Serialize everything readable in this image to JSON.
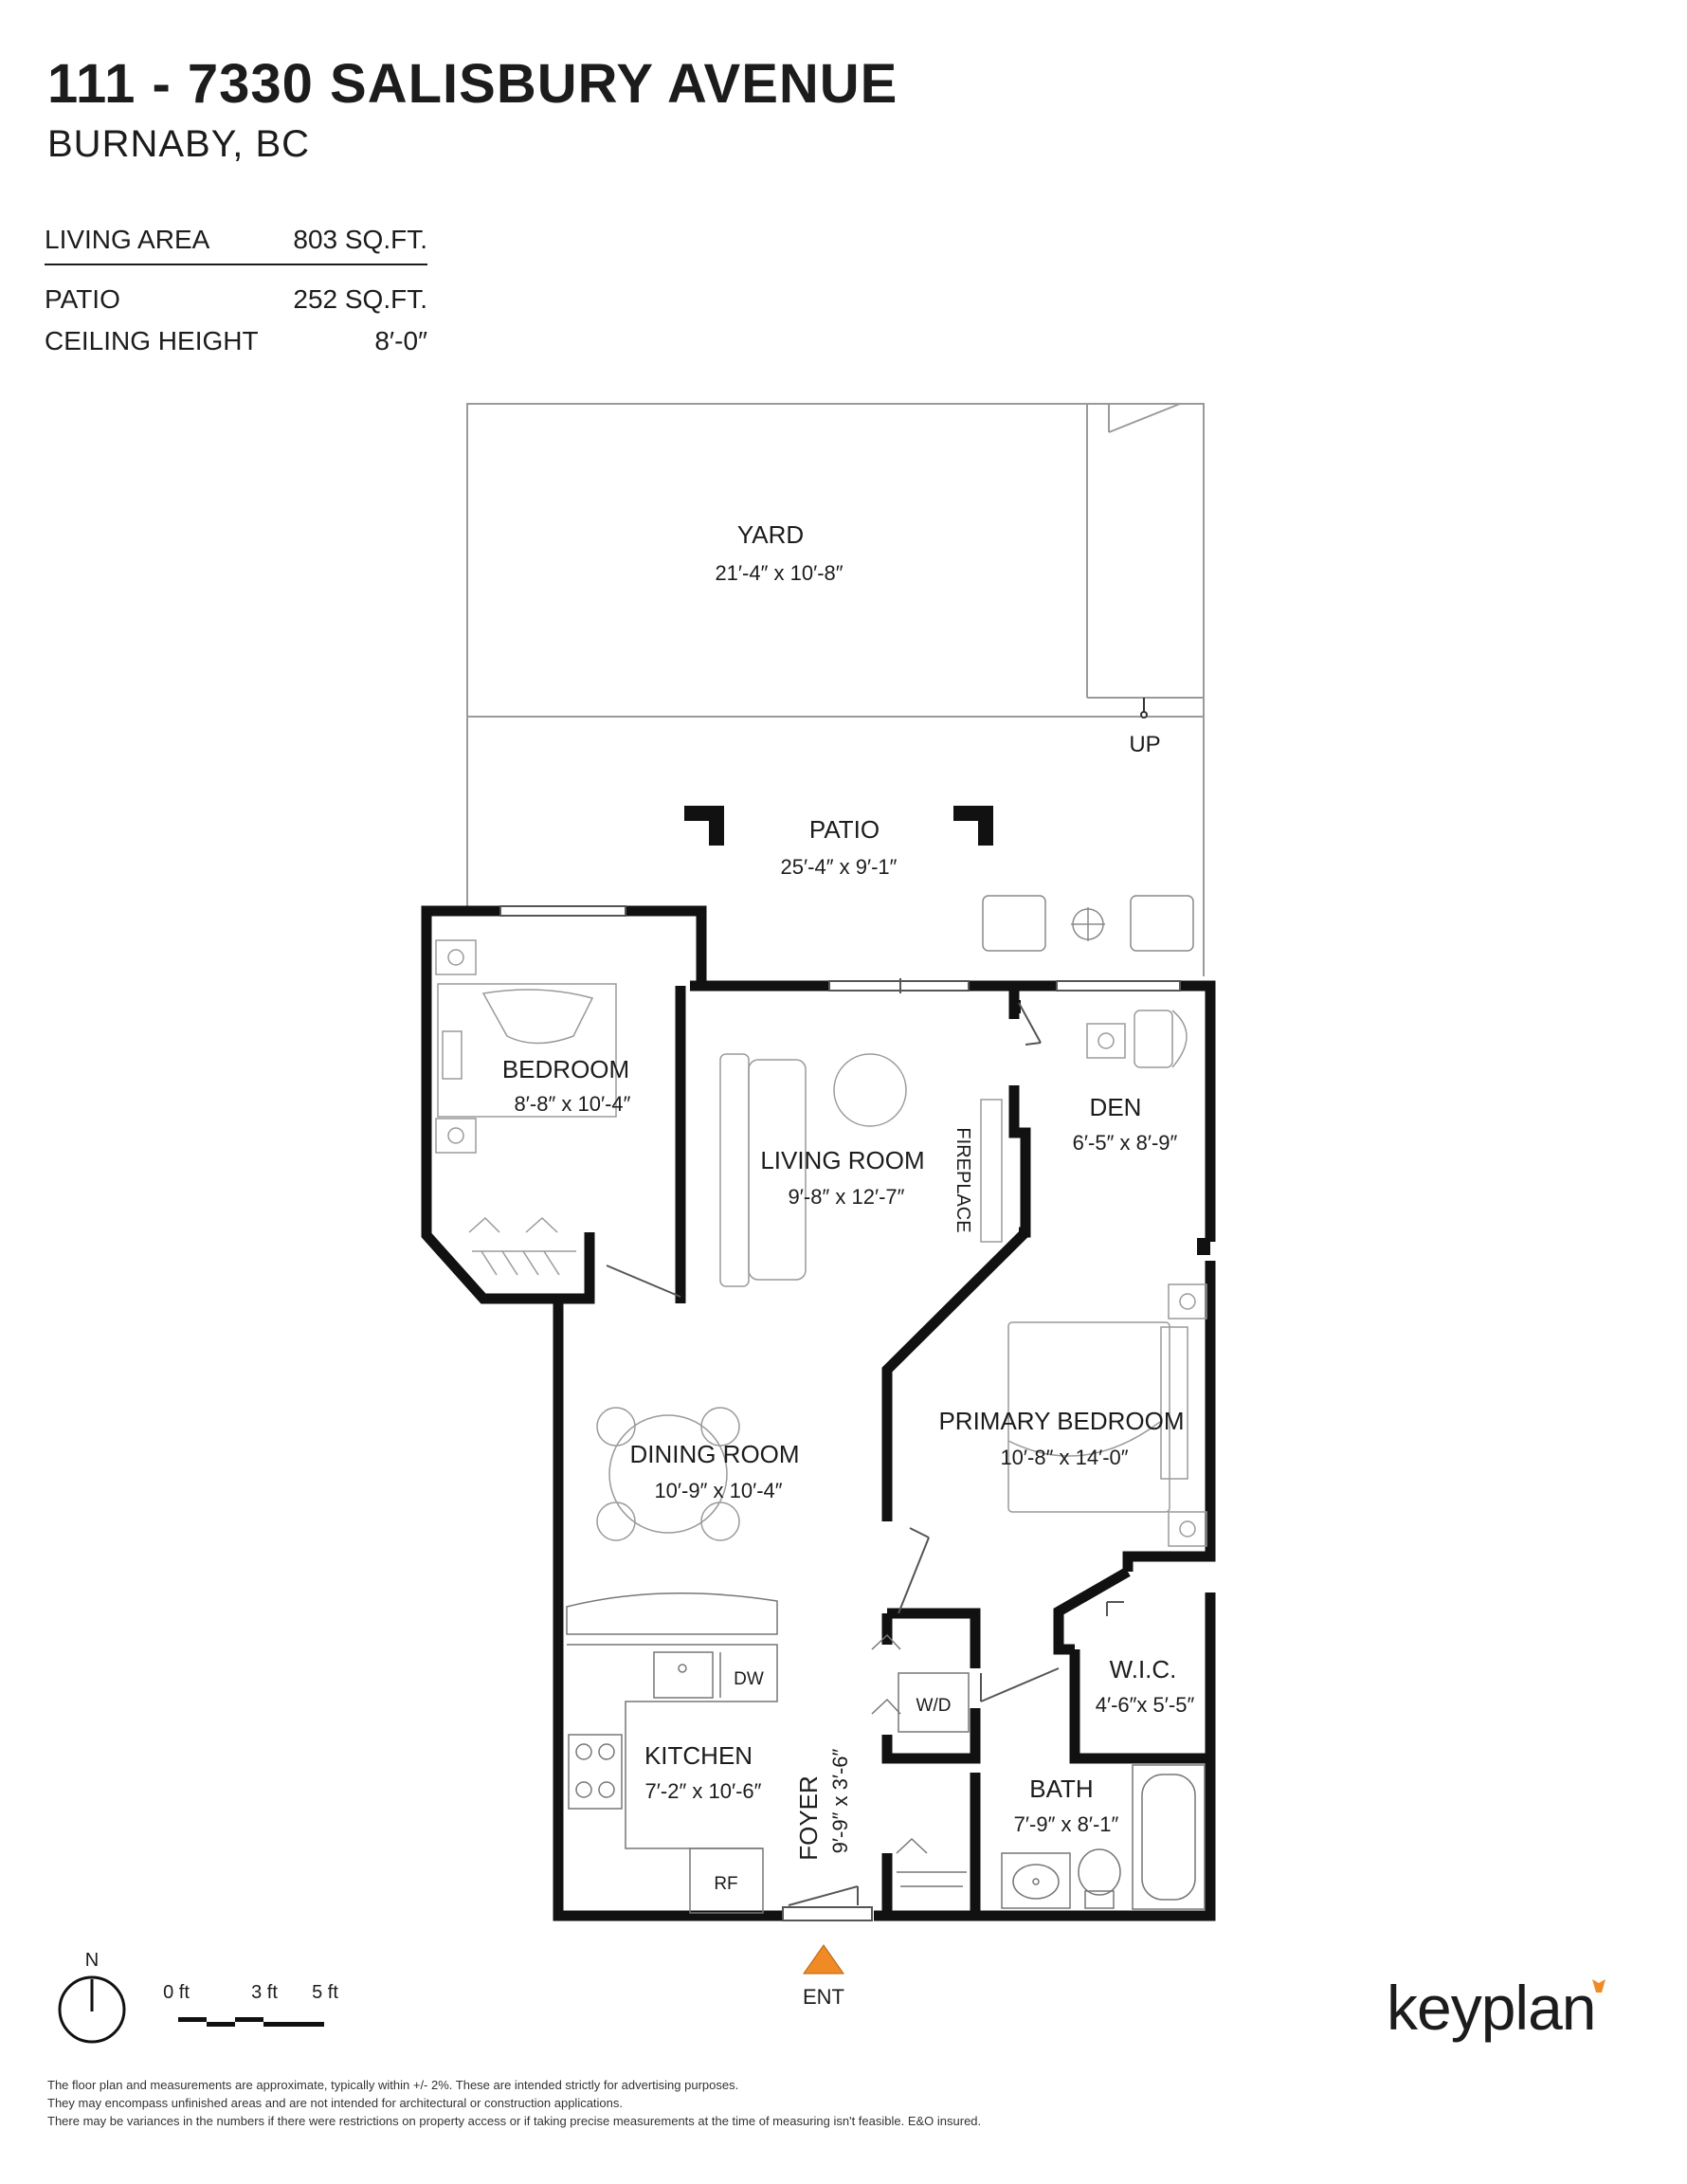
{
  "header": {
    "title": "111 - 7330 SALISBURY AVENUE",
    "subtitle": "BURNABY, BC"
  },
  "stats": {
    "living_area_label": "LIVING AREA",
    "living_area_value": "803 SQ.FT.",
    "patio_label": "PATIO",
    "patio_value": "252 SQ.FT.",
    "ceiling_label": "CEILING HEIGHT",
    "ceiling_value": "8′-0″"
  },
  "rooms": {
    "yard": {
      "name": "YARD",
      "dims": "21′-4″  x   10′-8″"
    },
    "up": "UP",
    "patio": {
      "name": "PATIO",
      "dims": "25′-4″  x   9′-1″"
    },
    "bedroom": {
      "name": "BEDROOM",
      "dims": "8′-8″  x  10′-4″"
    },
    "living_room": {
      "name": "LIVING ROOM",
      "dims": "9′-8″   x   12′-7″"
    },
    "fireplace": "FIREPLACE",
    "den": {
      "name": "DEN",
      "dims": "6′-5″ x 8′-9″"
    },
    "primary_bedroom": {
      "name": "PRIMARY BEDROOM",
      "dims": "10′-8″  x  14′-0″"
    },
    "dining_room": {
      "name": "DINING ROOM",
      "dims": "10′-9″  x  10′-4″"
    },
    "kitchen": {
      "name": "KITCHEN",
      "dims": "7′-2″ x 10′-6″"
    },
    "dw": "DW",
    "rf": "RF",
    "wd": "W/D",
    "foyer": {
      "name": "FOYER",
      "dims": "9′-9″  x  3′-6″"
    },
    "wic": {
      "name": "W.I.C.",
      "dims": "4′-6″x 5′-5″"
    },
    "bath": {
      "name": "BATH",
      "dims": "7′-9″ x  8′-1″"
    },
    "ent": "ENT"
  },
  "compass": {
    "north": "N"
  },
  "scale": {
    "zero": "0 ft",
    "three": "3 ft",
    "five": "5 ft"
  },
  "disclaimer": [
    "The floor plan and measurements are approximate, typically within +/- 2%. These are intended strictly for advertising purposes.",
    "They may encompass unfinished areas and are not intended for architectural or construction applications.",
    "There may be variances in the numbers if there were restrictions on property access or if taking precise measurements at the time of measuring isn't feasible. E&O insured."
  ],
  "brand": {
    "name": "keyplan",
    "accent": "#f08a24"
  },
  "colors": {
    "wall": "#111111",
    "line": "#9a9a9a",
    "entry_arrow": "#f08a24"
  }
}
